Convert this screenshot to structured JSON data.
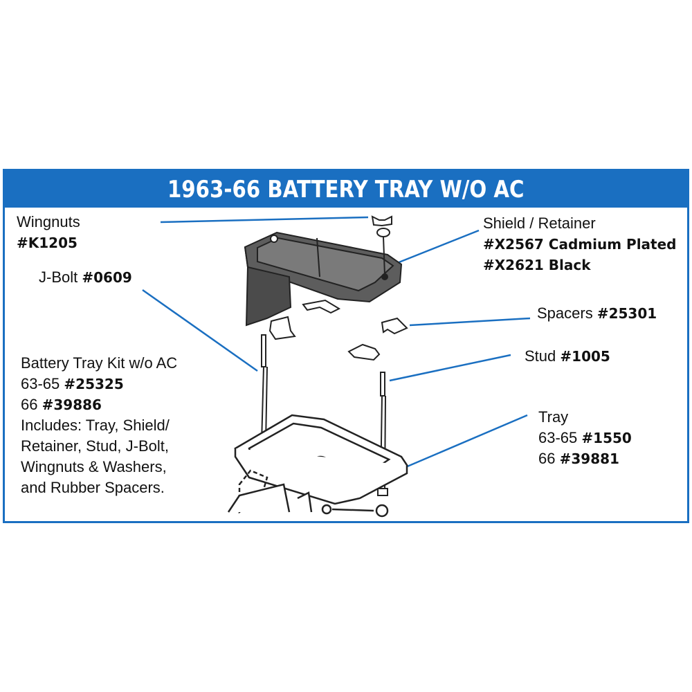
{
  "title": "1963-66 BATTERY TRAY W/O AC",
  "accent_color": "#1a6fc1",
  "labels": {
    "wingnuts": {
      "name": "Wingnuts",
      "part": "#K1205"
    },
    "jbolt": {
      "name": "J-Bolt",
      "part": "#0609"
    },
    "kit": {
      "line1": "Battery Tray Kit w/o AC",
      "line2_prefix": "63-65",
      "line2_part": "#25325",
      "line3_prefix": "66",
      "line3_part": "#39886",
      "includes": [
        "Includes: Tray, Shield/",
        "Retainer, Stud, J-Bolt,",
        "Wingnuts & Washers,",
        "and Rubber Spacers."
      ]
    },
    "shield": {
      "name": "Shield / Retainer",
      "part1": "#X2567 Cadmium Plated",
      "part2": "#X2621 Black"
    },
    "spacers": {
      "name": "Spacers",
      "part": "#25301"
    },
    "stud": {
      "name": "Stud",
      "part": "#1005"
    },
    "tray": {
      "name": "Tray",
      "line2_prefix": "63-65",
      "line2_part": "#1550",
      "line3_prefix": "66",
      "line3_part": "#39881"
    }
  }
}
